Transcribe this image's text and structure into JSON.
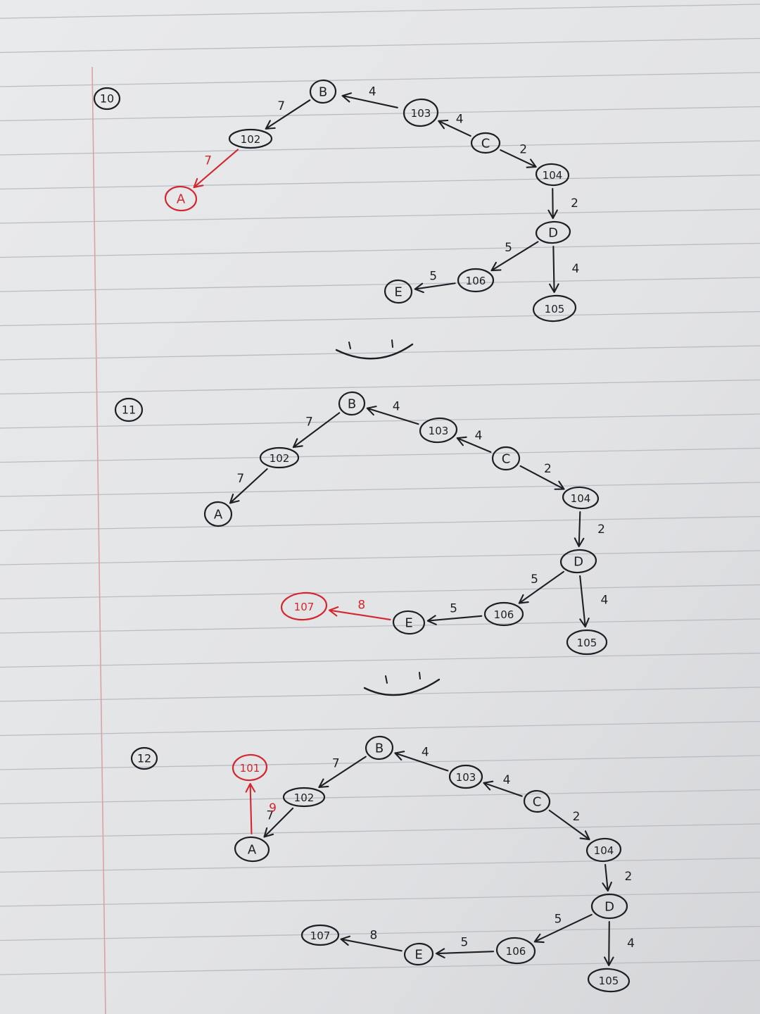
{
  "colors": {
    "paper": "#e4e5e7",
    "rule": "#b9bcc6",
    "margin": "#d9a3a6",
    "ink": "#1d1f24",
    "red": "#d4262f"
  },
  "diagrams": [
    {
      "step": "10",
      "nodes": [
        {
          "id": "B",
          "label": "B",
          "color": "ink"
        },
        {
          "id": "102",
          "label": "102",
          "color": "ink"
        },
        {
          "id": "A",
          "label": "A",
          "color": "red"
        },
        {
          "id": "103",
          "label": "103",
          "color": "ink"
        },
        {
          "id": "C",
          "label": "C",
          "color": "ink"
        },
        {
          "id": "104",
          "label": "104",
          "color": "ink"
        },
        {
          "id": "D",
          "label": "D",
          "color": "ink"
        },
        {
          "id": "106",
          "label": "106",
          "color": "ink"
        },
        {
          "id": "E",
          "label": "E",
          "color": "ink"
        },
        {
          "id": "105",
          "label": "105",
          "color": "ink"
        }
      ],
      "edges": [
        {
          "from": "103",
          "to": "B",
          "weight": "4",
          "color": "ink"
        },
        {
          "from": "B",
          "to": "102",
          "weight": "7",
          "color": "ink"
        },
        {
          "from": "102",
          "to": "A",
          "weight": "7",
          "color": "red"
        },
        {
          "from": "C",
          "to": "103",
          "weight": "4",
          "color": "ink"
        },
        {
          "from": "C",
          "to": "104",
          "weight": "2",
          "color": "ink"
        },
        {
          "from": "104",
          "to": "D",
          "weight": "2",
          "color": "ink"
        },
        {
          "from": "D",
          "to": "106",
          "weight": "5",
          "color": "ink"
        },
        {
          "from": "D",
          "to": "105",
          "weight": "4",
          "color": "ink"
        },
        {
          "from": "106",
          "to": "E",
          "weight": "5",
          "color": "ink"
        }
      ]
    },
    {
      "step": "11",
      "nodes": [
        {
          "id": "B",
          "label": "B",
          "color": "ink"
        },
        {
          "id": "102",
          "label": "102",
          "color": "ink"
        },
        {
          "id": "A",
          "label": "A",
          "color": "ink"
        },
        {
          "id": "103",
          "label": "103",
          "color": "ink"
        },
        {
          "id": "C",
          "label": "C",
          "color": "ink"
        },
        {
          "id": "104",
          "label": "104",
          "color": "ink"
        },
        {
          "id": "D",
          "label": "D",
          "color": "ink"
        },
        {
          "id": "106",
          "label": "106",
          "color": "ink"
        },
        {
          "id": "E",
          "label": "E",
          "color": "ink"
        },
        {
          "id": "107",
          "label": "107",
          "color": "red"
        },
        {
          "id": "105",
          "label": "105",
          "color": "ink"
        }
      ],
      "edges": [
        {
          "from": "103",
          "to": "B",
          "weight": "4",
          "color": "ink"
        },
        {
          "from": "B",
          "to": "102",
          "weight": "7",
          "color": "ink"
        },
        {
          "from": "102",
          "to": "A",
          "weight": "7",
          "color": "ink"
        },
        {
          "from": "C",
          "to": "103",
          "weight": "4",
          "color": "ink"
        },
        {
          "from": "C",
          "to": "104",
          "weight": "2",
          "color": "ink"
        },
        {
          "from": "104",
          "to": "D",
          "weight": "2",
          "color": "ink"
        },
        {
          "from": "D",
          "to": "106",
          "weight": "5",
          "color": "ink"
        },
        {
          "from": "D",
          "to": "105",
          "weight": "4",
          "color": "ink"
        },
        {
          "from": "106",
          "to": "E",
          "weight": "5",
          "color": "ink"
        },
        {
          "from": "E",
          "to": "107",
          "weight": "8",
          "color": "red"
        }
      ]
    },
    {
      "step": "12",
      "nodes": [
        {
          "id": "B",
          "label": "B",
          "color": "ink"
        },
        {
          "id": "102",
          "label": "102",
          "color": "ink"
        },
        {
          "id": "A",
          "label": "A",
          "color": "ink"
        },
        {
          "id": "101",
          "label": "101",
          "color": "red"
        },
        {
          "id": "103",
          "label": "103",
          "color": "ink"
        },
        {
          "id": "C",
          "label": "C",
          "color": "ink"
        },
        {
          "id": "104",
          "label": "104",
          "color": "ink"
        },
        {
          "id": "D",
          "label": "D",
          "color": "ink"
        },
        {
          "id": "106",
          "label": "106",
          "color": "ink"
        },
        {
          "id": "E",
          "label": "E",
          "color": "ink"
        },
        {
          "id": "107",
          "label": "107",
          "color": "ink"
        },
        {
          "id": "105",
          "label": "105",
          "color": "ink"
        }
      ],
      "edges": [
        {
          "from": "103",
          "to": "B",
          "weight": "4",
          "color": "ink"
        },
        {
          "from": "B",
          "to": "102",
          "weight": "7",
          "color": "ink"
        },
        {
          "from": "102",
          "to": "A",
          "weight": "7",
          "color": "ink"
        },
        {
          "from": "A",
          "to": "101",
          "weight": "9",
          "color": "red"
        },
        {
          "from": "C",
          "to": "103",
          "weight": "4",
          "color": "ink"
        },
        {
          "from": "C",
          "to": "104",
          "weight": "2",
          "color": "ink"
        },
        {
          "from": "104",
          "to": "D",
          "weight": "2",
          "color": "ink"
        },
        {
          "from": "D",
          "to": "106",
          "weight": "5",
          "color": "ink"
        },
        {
          "from": "D",
          "to": "105",
          "weight": "4",
          "color": "ink"
        },
        {
          "from": "106",
          "to": "E",
          "weight": "5",
          "color": "ink"
        },
        {
          "from": "E",
          "to": "107",
          "weight": "8",
          "color": "ink"
        }
      ]
    }
  ]
}
